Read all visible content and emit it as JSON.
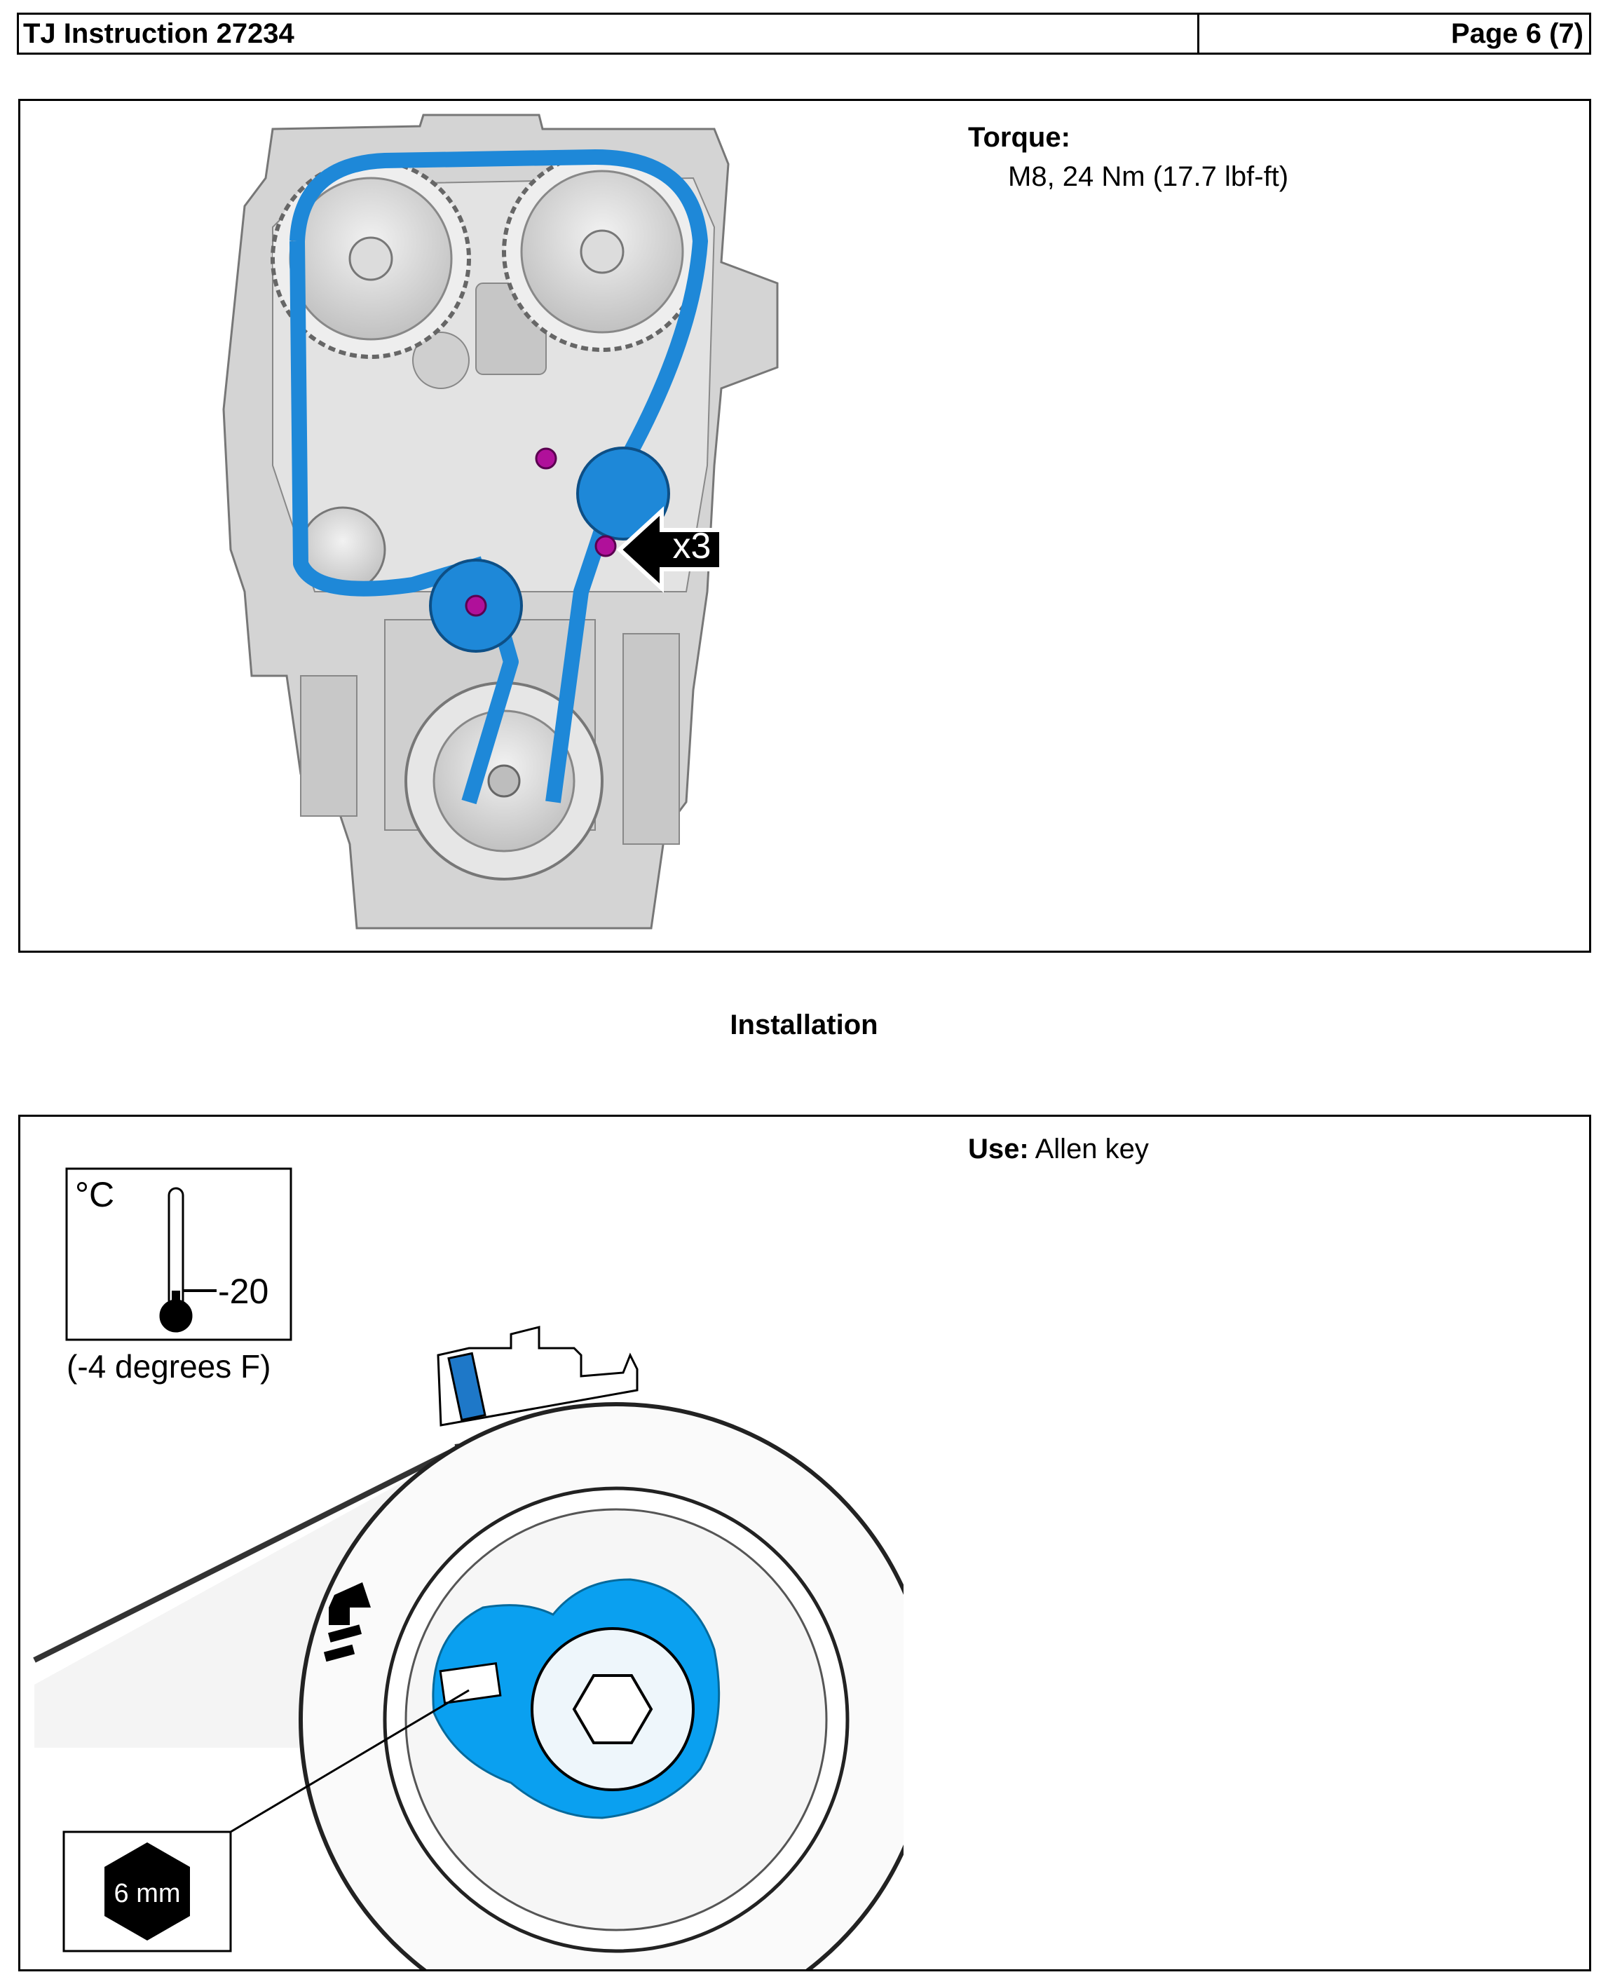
{
  "header": {
    "doc_title": "TJ Instruction 27234",
    "page": "Page 6 (7)"
  },
  "step1": {
    "torque_label": "Torque:",
    "torque_spec": "M8, 24 Nm (17.7 lbf-ft)",
    "callout": "x3"
  },
  "section_title": "Installation",
  "step2": {
    "use_label": "Use:",
    "use_value": "Allen key",
    "temp_unit": "°C",
    "temp_value": "-20",
    "temp_f": "(-4 degrees F)",
    "tool_size": "6 mm"
  },
  "colors": {
    "belt_blue": "#1e88d8",
    "bolt_magenta": "#b0109a",
    "tensioner_blue": "#0aa0f0"
  }
}
